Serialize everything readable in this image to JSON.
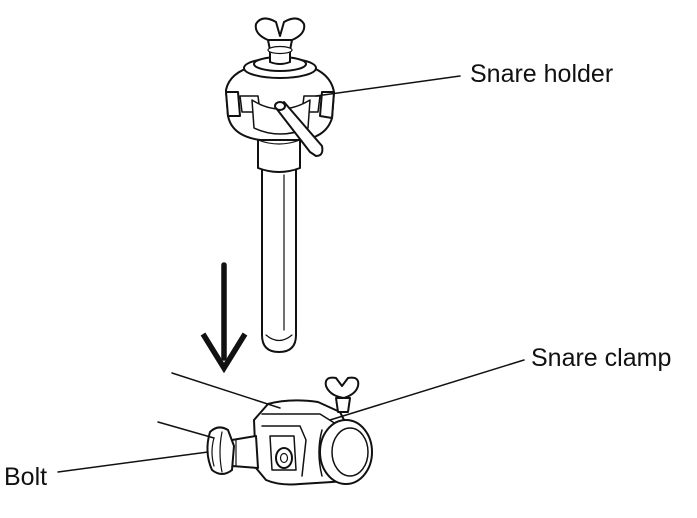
{
  "labels": {
    "snare_holder": "Snare holder",
    "snare_clamp": "Snare clamp",
    "bolt": "Bolt"
  },
  "colors": {
    "line": "#111111",
    "fill": "#ffffff",
    "shade": "#d9d9d9"
  },
  "icons": {
    "direction": "arrow-down-icon"
  }
}
